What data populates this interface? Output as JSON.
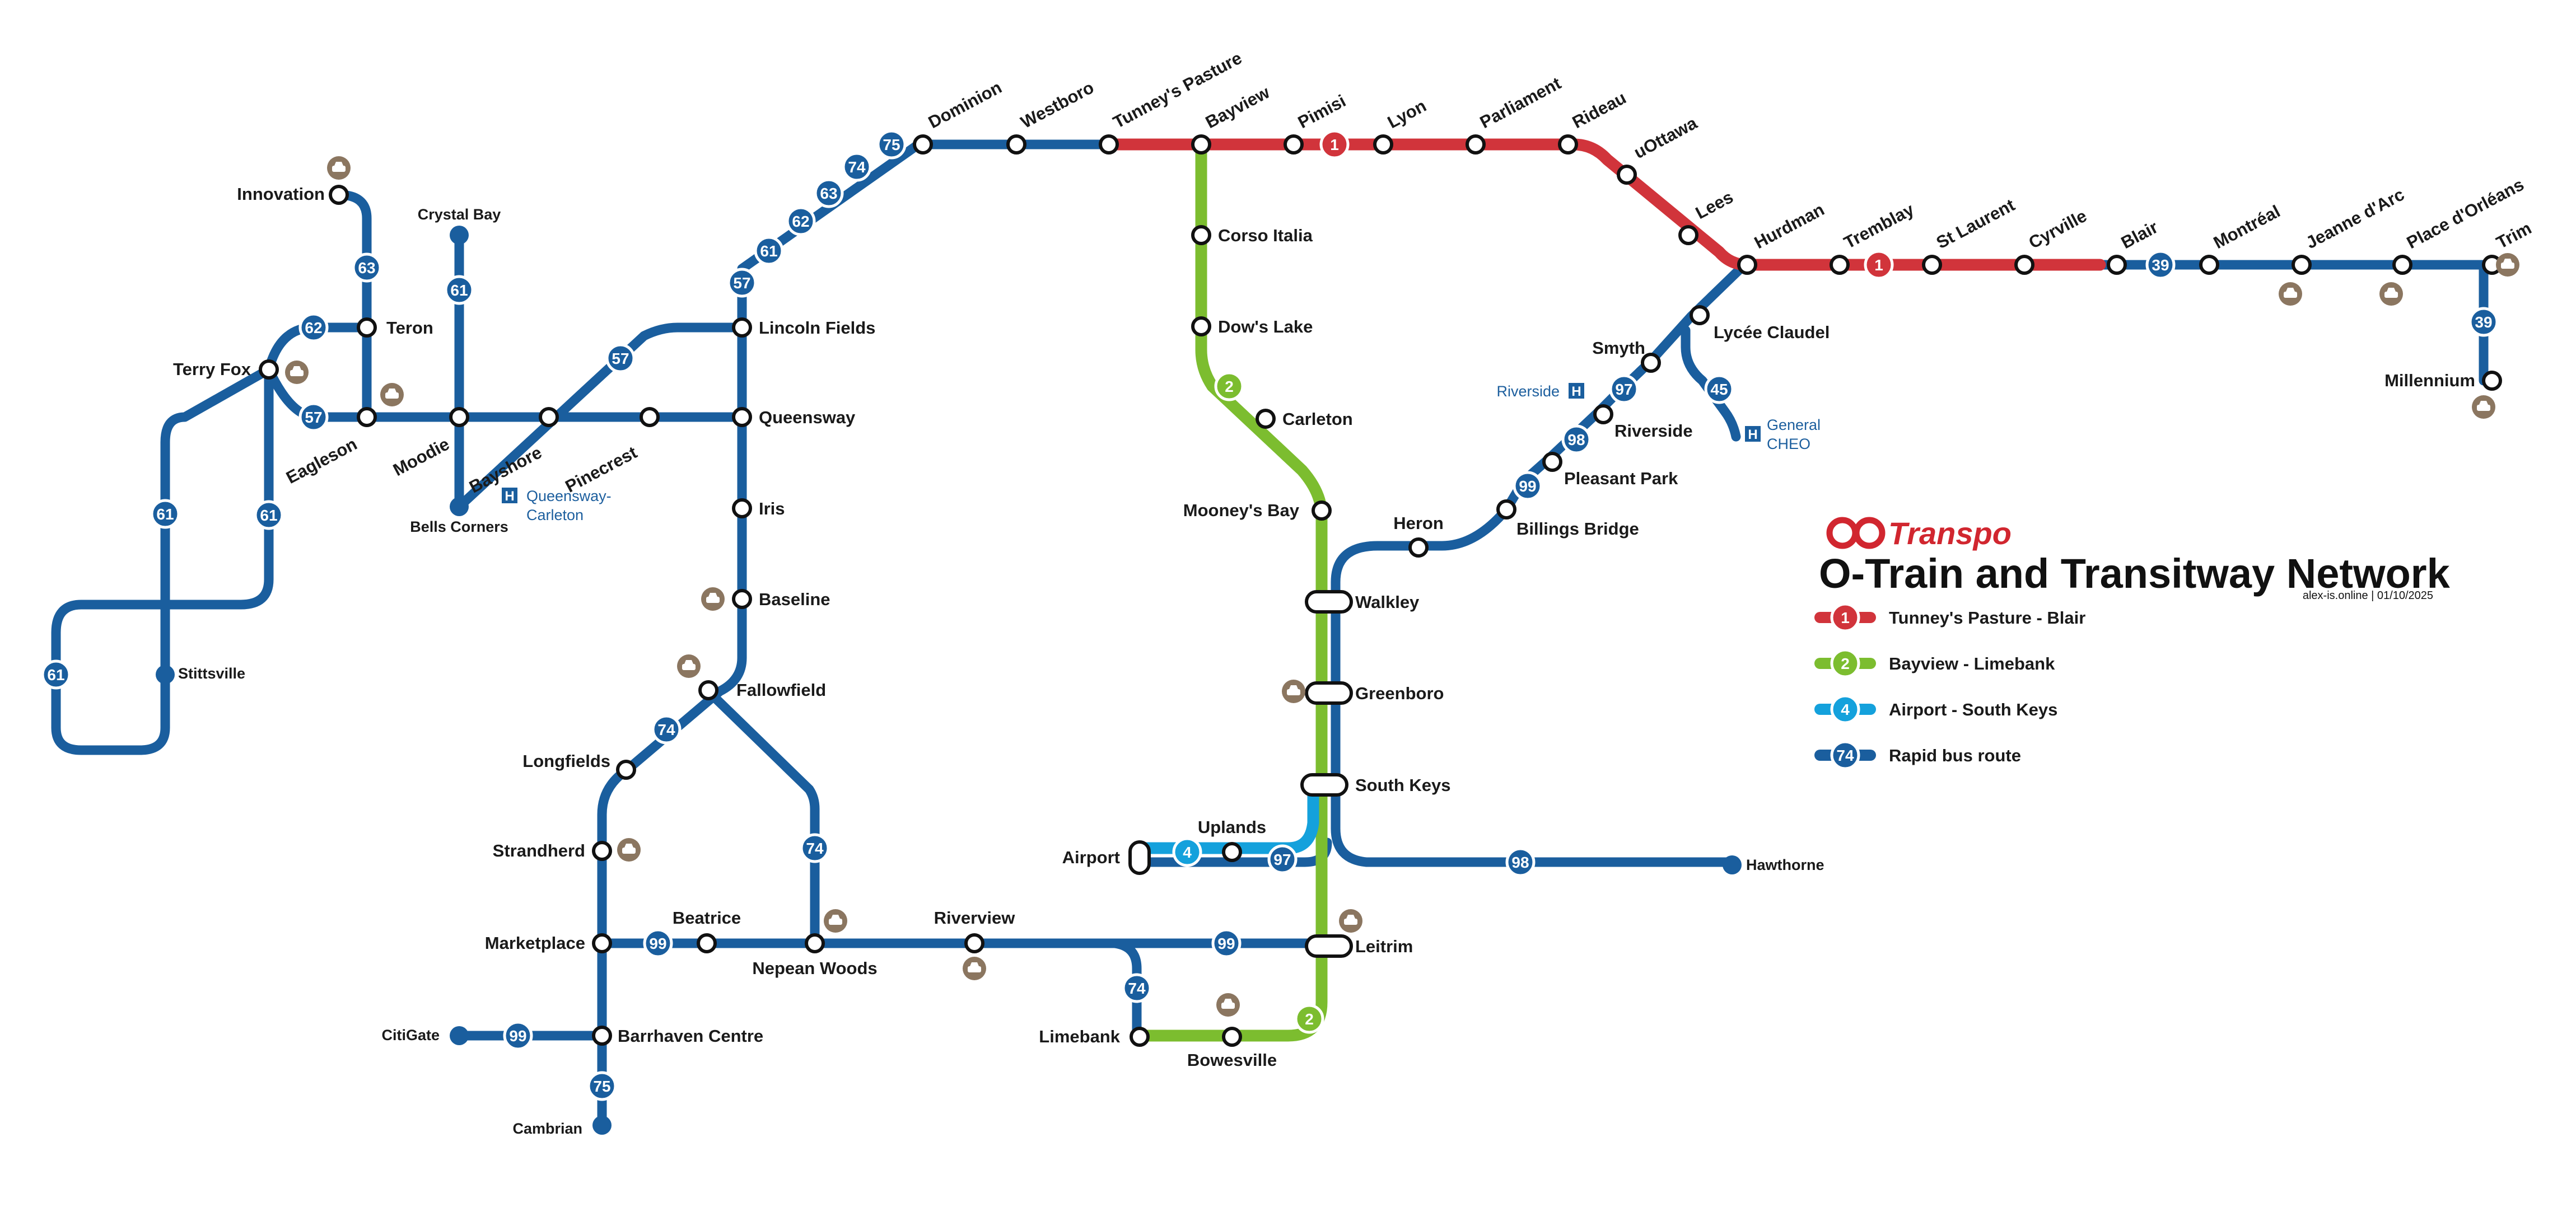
{
  "title": "O-Train and Transitway Network",
  "credit": "alex-is.online | 01/10/2025",
  "brand": "Transpo",
  "colors": {
    "line1": "#d1343b",
    "line2": "#7cbd2f",
    "line4": "#14a1dc",
    "bus": "#1a5e9e",
    "parkride": "#8b7660"
  },
  "legend": [
    {
      "route": "1",
      "label": "Tunney's Pasture - Blair",
      "color": "#d1343b"
    },
    {
      "route": "2",
      "label": "Bayview - Limebank",
      "color": "#7cbd2f"
    },
    {
      "route": "4",
      "label": "Airport - South Keys",
      "color": "#14a1dc"
    },
    {
      "route": "74",
      "label": "Rapid bus route",
      "color": "#1a5e9e"
    }
  ],
  "stations": [
    {
      "name": "Innovation"
    },
    {
      "name": "Crystal Bay"
    },
    {
      "name": "Teron"
    },
    {
      "name": "Terry Fox"
    },
    {
      "name": "Eagleson"
    },
    {
      "name": "Moodie"
    },
    {
      "name": "Bells Corners"
    },
    {
      "name": "Bayshore"
    },
    {
      "name": "Pinecrest"
    },
    {
      "name": "Queensway"
    },
    {
      "name": "Lincoln Fields"
    },
    {
      "name": "Iris"
    },
    {
      "name": "Baseline"
    },
    {
      "name": "Fallowfield"
    },
    {
      "name": "Longfields"
    },
    {
      "name": "Strandherd"
    },
    {
      "name": "Marketplace"
    },
    {
      "name": "Beatrice"
    },
    {
      "name": "Nepean Woods"
    },
    {
      "name": "Riverview"
    },
    {
      "name": "Barrhaven Centre"
    },
    {
      "name": "CitiGate"
    },
    {
      "name": "Cambrian"
    },
    {
      "name": "Stittsville"
    },
    {
      "name": "Dominion"
    },
    {
      "name": "Westboro"
    },
    {
      "name": "Tunney's Pasture"
    },
    {
      "name": "Bayview"
    },
    {
      "name": "Pimisi"
    },
    {
      "name": "Lyon"
    },
    {
      "name": "Parliament"
    },
    {
      "name": "Rideau"
    },
    {
      "name": "uOttawa"
    },
    {
      "name": "Lees"
    },
    {
      "name": "Hurdman"
    },
    {
      "name": "Tremblay"
    },
    {
      "name": "St Laurent"
    },
    {
      "name": "Cyrville"
    },
    {
      "name": "Blair"
    },
    {
      "name": "Montréal"
    },
    {
      "name": "Jeanne d'Arc"
    },
    {
      "name": "Place d'Orléans"
    },
    {
      "name": "Trim"
    },
    {
      "name": "Millennium"
    },
    {
      "name": "Corso Italia"
    },
    {
      "name": "Dow's Lake"
    },
    {
      "name": "Carleton"
    },
    {
      "name": "Mooney's Bay"
    },
    {
      "name": "Walkley"
    },
    {
      "name": "Greenboro"
    },
    {
      "name": "South Keys"
    },
    {
      "name": "Uplands"
    },
    {
      "name": "Airport"
    },
    {
      "name": "Leitrim"
    },
    {
      "name": "Bowesville"
    },
    {
      "name": "Limebank"
    },
    {
      "name": "Hawthorne"
    },
    {
      "name": "Heron"
    },
    {
      "name": "Billings Bridge"
    },
    {
      "name": "Pleasant Park"
    },
    {
      "name": "Riverside"
    },
    {
      "name": "Smyth"
    },
    {
      "name": "Lycée Claudel"
    }
  ],
  "hospitals": [
    {
      "name_1": "Queensway-",
      "name_2": "Carleton"
    },
    {
      "name_1": "Riverside",
      "name_2": ""
    },
    {
      "name_1": "General",
      "name_2": "CHEO"
    }
  ],
  "routes": [
    "1",
    "2",
    "4",
    "39",
    "45",
    "57",
    "61",
    "62",
    "63",
    "74",
    "75",
    "97",
    "98",
    "99"
  ]
}
